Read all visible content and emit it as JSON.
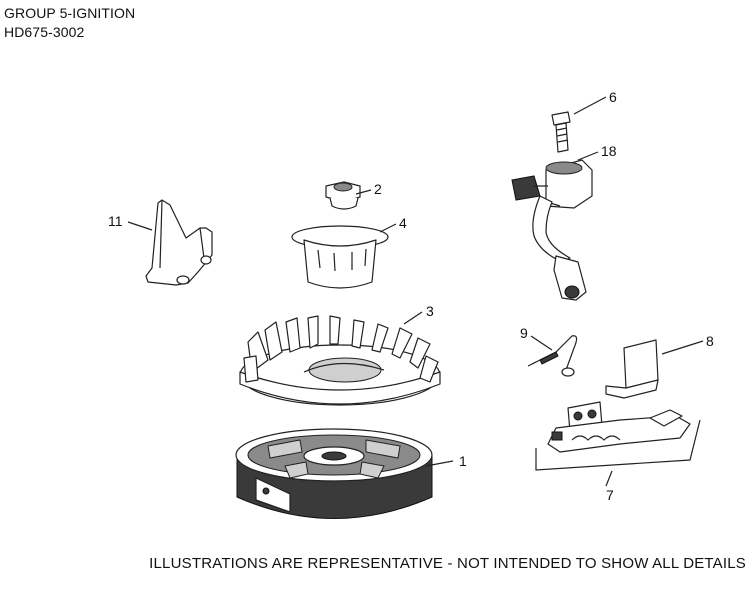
{
  "header": {
    "group_title": "GROUP 5-IGNITION",
    "model_number": "HD675-3002"
  },
  "callouts": [
    "1",
    "2",
    "3",
    "4",
    "6",
    "7",
    "8",
    "9",
    "11",
    "18"
  ],
  "footer": {
    "disclaimer": "ILLUSTRATIONS ARE REPRESENTATIVE - NOT INTENDED TO SHOW ALL DETAILS"
  }
}
